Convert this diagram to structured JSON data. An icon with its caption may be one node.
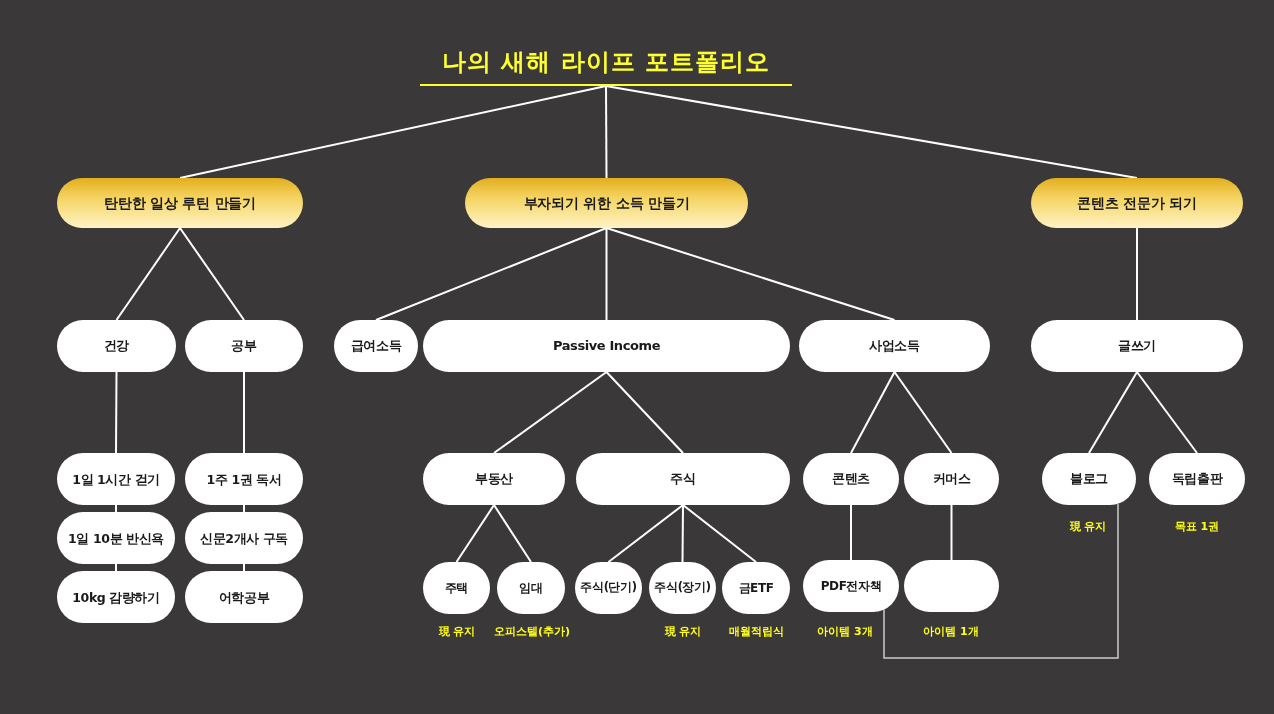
{
  "diagram": {
    "nodes": [
      {
        "text": [
          "나의 새해 라이프 포트폴리오"
        ]
      },
      {
        "text": [
          "탄탄한 일상 루틴 만들기"
        ]
      },
      {
        "text": [
          "부자되기 위한 소득 만들기"
        ]
      },
      {
        "text": [
          "콘텐츠 전문가 되기"
        ]
      },
      {
        "text": [
          "건강"
        ]
      },
      {
        "text": [
          "공부"
        ]
      },
      {
        "text": [
          "급여소득"
        ]
      },
      {
        "text": [
          "Passive Income"
        ]
      },
      {
        "text": [
          "사업소득"
        ]
      },
      {
        "text": [
          "글쓰기"
        ]
      },
      {
        "text": [
          "1일 1시간 걷기"
        ]
      },
      {
        "text": [
          "1일 10분 반신욕"
        ]
      },
      {
        "text": [
          "10kg 감량하기"
        ]
      },
      {
        "text": [
          "1주 1권 독서"
        ]
      },
      {
        "text": [
          "신문2개사 구독"
        ]
      },
      {
        "text": [
          "어학공부"
        ]
      },
      {
        "text": [
          "부동산"
        ]
      },
      {
        "text": [
          "주식"
        ]
      },
      {
        "text": [
          "콘텐츠"
        ]
      },
      {
        "text": [
          "커머스"
        ]
      },
      {
        "text": [
          "블로그"
        ],
        "beside": [
          "現 유지"
        ]
      },
      {
        "text": [
          "독립출판"
        ],
        "beside": [
          "목표 1권"
        ]
      },
      {
        "text": [
          "주택"
        ],
        "beside": [
          "現 유지"
        ]
      },
      {
        "text": [
          "임대"
        ],
        "beside": [
          "오피스텔(추가)"
        ]
      },
      {
        "text": [
          "주식(단기)"
        ]
      },
      {
        "text": [
          "주식(장기)"
        ],
        "beside": [
          "現 유지"
        ]
      },
      {
        "text": [
          "금ETF"
        ],
        "beside": [
          "매월적립식"
        ]
      },
      {
        "text": [
          "PDF전자책"
        ],
        "beside": [
          "아이템 3개"
        ]
      },
      {
        "text": [],
        "shape": "box",
        "beside": [
          "아이템 1개"
        ]
      }
    ],
    "edges": [
      {
        "from": 0,
        "to": 1,
        "arrow": "none"
      },
      {
        "from": 0,
        "to": 2,
        "arrow": "none"
      },
      {
        "from": 0,
        "to": 3,
        "arrow": "none"
      },
      {
        "from": 1,
        "to": 4,
        "arrow": "none"
      },
      {
        "from": 1,
        "to": 5,
        "arrow": "none"
      },
      {
        "from": 2,
        "to": 6,
        "arrow": "none"
      },
      {
        "from": 2,
        "to": 7,
        "arrow": "none"
      },
      {
        "from": 2,
        "to": 8,
        "arrow": "none"
      },
      {
        "from": 3,
        "to": 9,
        "arrow": "none"
      },
      {
        "from": 4,
        "to": 10,
        "arrow": "none"
      },
      {
        "from": 10,
        "to": 11,
        "arrow": "none"
      },
      {
        "from": 11,
        "to": 12,
        "arrow": "none"
      },
      {
        "from": 5,
        "to": 13,
        "arrow": "none"
      },
      {
        "from": 13,
        "to": 14,
        "arrow": "none"
      },
      {
        "from": 14,
        "to": 15,
        "arrow": "none"
      },
      {
        "from": 7,
        "to": 16,
        "arrow": "none"
      },
      {
        "from": 7,
        "to": 17,
        "arrow": "none"
      },
      {
        "from": 8,
        "to": 18,
        "arrow": "none"
      },
      {
        "from": 8,
        "to": 19,
        "arrow": "none"
      },
      {
        "from": 9,
        "to": 20,
        "arrow": "none"
      },
      {
        "from": 9,
        "to": 21,
        "arrow": "none"
      },
      {
        "from": 16,
        "to": 22,
        "arrow": "none"
      },
      {
        "from": 16,
        "to": 23,
        "arrow": "none"
      },
      {
        "from": 17,
        "to": 24,
        "arrow": "none"
      },
      {
        "from": 17,
        "to": 25,
        "arrow": "none"
      },
      {
        "from": 17,
        "to": 26,
        "arrow": "none"
      },
      {
        "from": 18,
        "to": 27,
        "arrow": "none"
      },
      {
        "from": 19,
        "to": 28,
        "arrow": "none"
      },
      {
        "from": 27,
        "to": 20,
        "arrow": "none",
        "color": "#cccccc"
      }
    ]
  }
}
